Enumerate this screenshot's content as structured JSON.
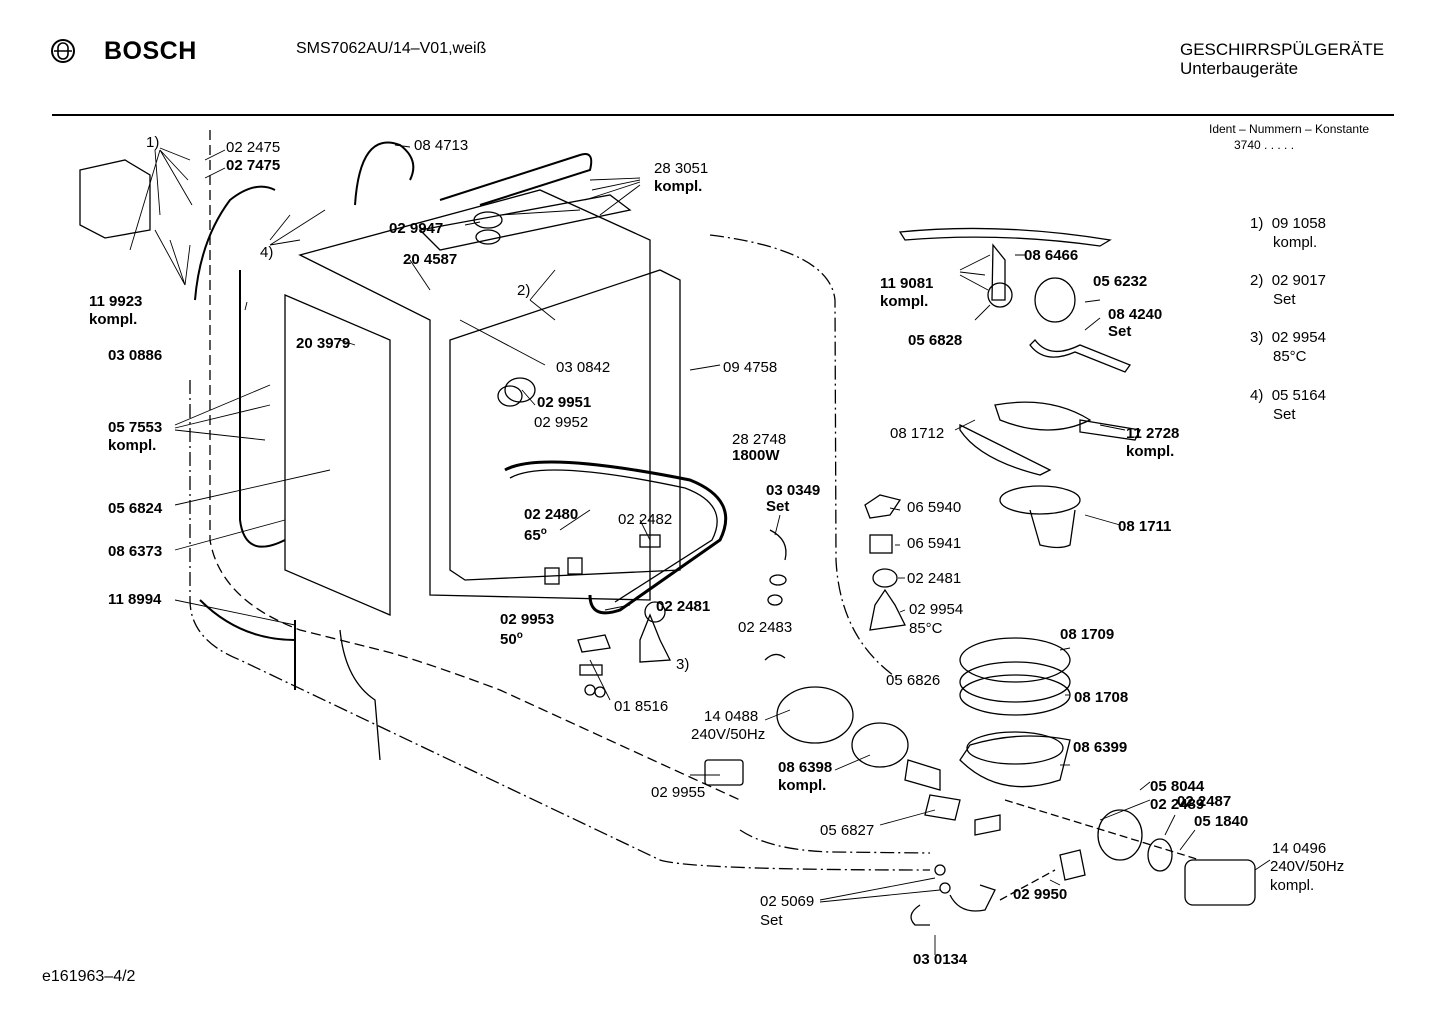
{
  "header": {
    "brand": "BOSCH",
    "model": "SMS7062AU/14–V01,weiß",
    "category_line1": "GESCHIRRSPÜLGERÄTE",
    "category_line2": "Unterbaugeräte",
    "ident_title": "Ident – Nummern – Konstante",
    "ident_value": "3740 . . . . ."
  },
  "notes": [
    {
      "key": "1)",
      "line1": "09 1058",
      "line2": "kompl."
    },
    {
      "key": "2)",
      "line1": "02 9017",
      "line2": "Set"
    },
    {
      "key": "3)",
      "line1": "02 9954",
      "line2": "85°C"
    },
    {
      "key": "4)",
      "line1": "05 5164",
      "line2": "Set"
    }
  ],
  "labels": {
    "l_1": "1)",
    "l_022475": "02 2475",
    "l_027475": "02 7475",
    "l_4": "4)",
    "l_119923": "11 9923",
    "l_kompl_a": "kompl.",
    "l_030886": "03 0886",
    "l_057553": "05 7553",
    "l_kompl_b": "kompl.",
    "l_056824": "05 6824",
    "l_086373": "08 6373",
    "l_118994": "11 8994",
    "l_084713": "08 4713",
    "l_283051": "28 3051",
    "l_kompl_c": "kompl.",
    "l_029947": "02 9947",
    "l_204587": "20 4587",
    "l_203979": "20 3979",
    "l_2": "2)",
    "l_030842": "03 0842",
    "l_094758": "09 4758",
    "l_029951": "02 9951",
    "l_029952": "02 9952",
    "l_282748": "28 2748",
    "l_1800w": "1800W",
    "l_022480": "02 2480",
    "l_65": "65",
    "l_deg65": "o",
    "l_022482": "02 2482",
    "l_029953": "02 9953",
    "l_50": "50",
    "l_deg50": "o",
    "l_022481a": "02 2481",
    "l_3": "3)",
    "l_018516": "01 8516",
    "l_030349": "03 0349",
    "l_set_a": "Set",
    "l_022483": "02 2483",
    "l_140488": "14 0488",
    "l_240v_a": "240V/50Hz",
    "l_029955": "02 9955",
    "l_086398": "08 6398",
    "l_kompl_d": "kompl.",
    "l_056827": "05 6827",
    "l_025069": "02 5069",
    "l_set_b": "Set",
    "l_030134": "03 0134",
    "l_029950": "02 9950",
    "l_086466": "08 6466",
    "l_119081": "11 9081",
    "l_kompl_e": "kompl.",
    "l_056232": "05 6232",
    "l_056828": "05 6828",
    "l_084240": "08 4240",
    "l_set_c": "Set",
    "l_081712": "08 1712",
    "l_112728": "11 2728",
    "l_kompl_f": "kompl.",
    "l_065940": "06 5940",
    "l_065941": "06 5941",
    "l_022481b": "02 2481",
    "l_029954": "02 9954",
    "l_85c": "85°C",
    "l_081711": "08 1711",
    "l_081709": "08 1709",
    "l_056826": "05 6826",
    "l_081708": "08 1708",
    "l_086399": "08 6399",
    "l_058044": "05 8044",
    "l_022489": "02 2489",
    "l_022487": "02 2487",
    "l_051840": "05 1840",
    "l_140496": "14 0496",
    "l_240v_b": "240V/50Hz",
    "l_kompl_g": "kompl."
  },
  "footer": {
    "code": "e161963–4/2"
  }
}
